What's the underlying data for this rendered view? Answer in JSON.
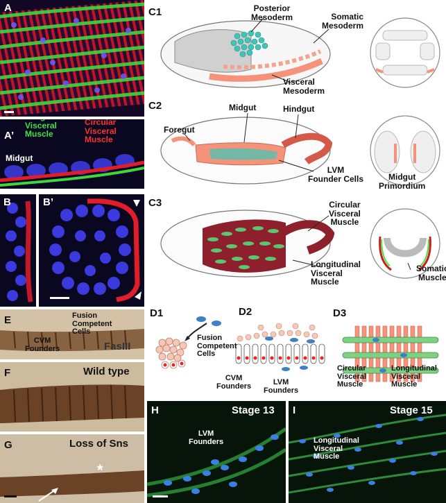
{
  "panels": {
    "A": {
      "letter": "A"
    },
    "A_prime": {
      "letter": "A’",
      "green_label": "Longitudinal\nVisceral\nMuscle",
      "red_label": "Circular\nVisceral\nMuscle",
      "tissue_label": "Midgut"
    },
    "B": {
      "letter": "B"
    },
    "B_prime": {
      "letter": "B’"
    },
    "C1": {
      "letter": "C1",
      "posterior": "Posterior\nMesoderm",
      "somatic": "Somatic\nMesoderm",
      "visceral": "Visceral\nMesoderm"
    },
    "C2": {
      "letter": "C2",
      "midgut": "Midgut",
      "hindgut": "Hindgut",
      "foregut": "Foregut",
      "lvm": "LVM\nFounder Cells",
      "primordium": "Midgut\nPrimordium"
    },
    "C3": {
      "letter": "C3",
      "circular": "Circular\nVisceral\nMuscle",
      "longitudinal": "Longitudinal\nVisceral\nMuscle",
      "somatic": "Somatic\nMuscle"
    },
    "D1": {
      "letter": "D1",
      "fusion": "Fusion\nCompetent\nCells",
      "cvm": "CVM\nFounders"
    },
    "D2": {
      "letter": "D2",
      "lvm": "LVM\nFounders"
    },
    "D3": {
      "letter": "D3",
      "circular": "Circular\nVisceral\nMuscle",
      "longitudinal": "Longitudinal\nVisceral\nMuscle"
    },
    "E": {
      "letter": "E",
      "fusion": "Fusion\nCompetent\nCells",
      "cvm": "CVM\nFounders",
      "stain": "FasIII"
    },
    "F": {
      "letter": "F",
      "title": "Wild type"
    },
    "G": {
      "letter": "G",
      "title": "Loss of Sns",
      "asterisk": "*"
    },
    "H": {
      "letter": "H",
      "stage": "Stage 13",
      "lvm": "LVM\nFounders"
    },
    "I": {
      "letter": "I",
      "stage": "Stage 15",
      "longitudinal": "Longitudinal\nVisceral\nMuscle"
    }
  },
  "colors": {
    "lvm_green": "#46e046",
    "cvm_red": "#ff2a2a",
    "nuclei_blue": "#3344dd",
    "mesoderm_salmon": "#f4937a",
    "founder_teal": "#3fc6b8",
    "muscle_maroon": "#8e1f2c",
    "stain_brown": "#7a5230"
  }
}
